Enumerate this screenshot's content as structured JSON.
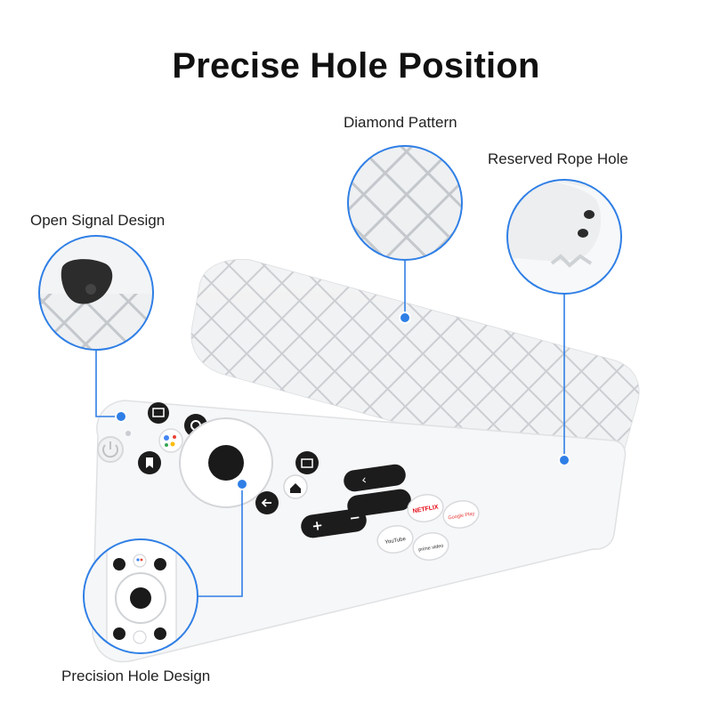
{
  "title": "Precise Hole Position",
  "callouts": {
    "diamond_pattern": "Diamond Pattern",
    "reserved_rope_hole": "Reserved Rope Hole",
    "open_signal_design": "Open Signal Design",
    "precision_hole_design": "Precision Hole Design"
  },
  "remote_buttons": {
    "netflix": "NETFLIX",
    "google_play": "Google Play",
    "youtube": "YouTube",
    "prime_video": "prime video"
  },
  "colors": {
    "callout_blue": "#2f7fe6",
    "case_white": "#f4f5f6",
    "button_black": "#1c1c1c",
    "netflix_red": "#e50914"
  }
}
